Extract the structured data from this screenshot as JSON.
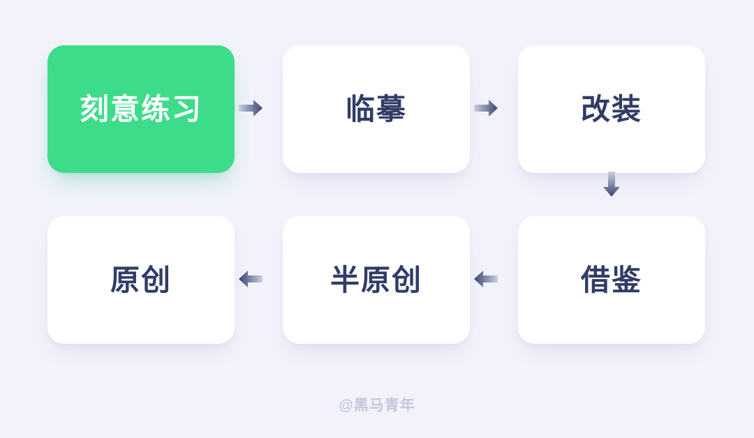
{
  "page": {
    "background_color": "#f2f2fb",
    "watermark": "@黑马青年"
  },
  "theme": {
    "accent_color": "#3ddc8b",
    "card_color": "#ffffff",
    "text_color": "#313c66",
    "accent_text_color": "#ffffff",
    "arrow_dark": "#3b4470",
    "arrow_light": "#c9ccdf",
    "watermark_color": "#c3c7de"
  },
  "diagram": {
    "type": "flow",
    "title": "",
    "nodes": [
      {
        "id": "n1",
        "label": "刻意练习",
        "row": 1,
        "col": 1,
        "highlight": true
      },
      {
        "id": "n2",
        "label": "临摹",
        "row": 1,
        "col": 2,
        "highlight": false
      },
      {
        "id": "n3",
        "label": "改装",
        "row": 1,
        "col": 3,
        "highlight": false
      },
      {
        "id": "n4",
        "label": "借鉴",
        "row": 2,
        "col": 3,
        "highlight": false
      },
      {
        "id": "n5",
        "label": "半原创",
        "row": 2,
        "col": 2,
        "highlight": false
      },
      {
        "id": "n6",
        "label": "原创",
        "row": 2,
        "col": 1,
        "highlight": false
      }
    ],
    "edges": [
      {
        "from": "n1",
        "to": "n2",
        "direction": "right"
      },
      {
        "from": "n2",
        "to": "n3",
        "direction": "right"
      },
      {
        "from": "n3",
        "to": "n4",
        "direction": "down"
      },
      {
        "from": "n4",
        "to": "n5",
        "direction": "left"
      },
      {
        "from": "n5",
        "to": "n6",
        "direction": "left"
      }
    ]
  }
}
